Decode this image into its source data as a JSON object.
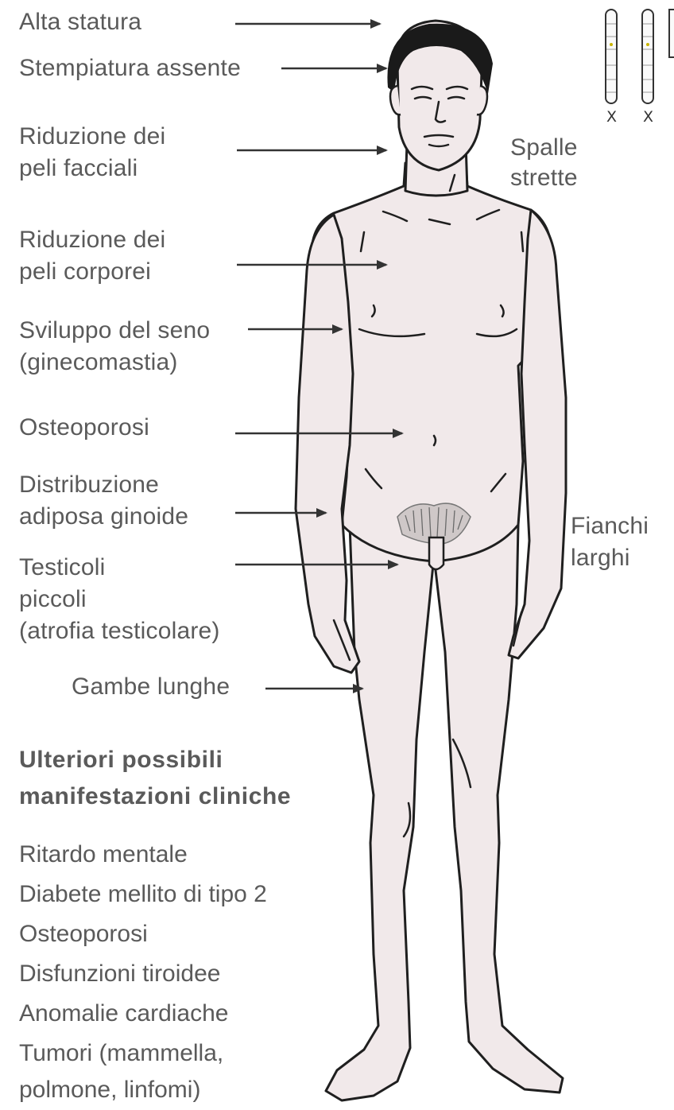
{
  "labels": {
    "alta_statura": "Alta statura",
    "stempiatura": "Stempiatura assente",
    "riduzione_facciali_1": "Riduzione dei",
    "riduzione_facciali_2": "peli facciali",
    "spalle_1": "Spalle",
    "spalle_2": "strette",
    "riduzione_corporei_1": "Riduzione dei",
    "riduzione_corporei_2": "peli corporei",
    "seno_1": "Sviluppo del seno",
    "seno_2": "(ginecomastia)",
    "osteoporosi": "Osteoporosi",
    "distribuzione_1": "Distribuzione",
    "distribuzione_2": "adiposa ginoide",
    "fianchi_1": "Fianchi",
    "fianchi_2": "larghi",
    "testicoli_1": "Testicoli",
    "testicoli_2": "piccoli",
    "testicoli_3": "(atrofia testicolare)",
    "gambe": "Gambe lunghe"
  },
  "further": {
    "heading_1": "Ulteriori possibili",
    "heading_2": "manifestazioni cliniche",
    "items": [
      "Ritardo mentale",
      "Diabete mellito di tipo 2",
      "Osteoporosi",
      "Disfunzioni tiroidee",
      "Anomalie cardiache",
      "Tumori (mammella,",
      "polmone, linfomi)"
    ]
  },
  "chromosomes": [
    "X",
    "X"
  ],
  "colors": {
    "skin": "#f1e9ea",
    "outline": "#1f1f1f",
    "hair": "#1a1a1a",
    "text": "#5a5a5a",
    "arrow": "#333333"
  }
}
